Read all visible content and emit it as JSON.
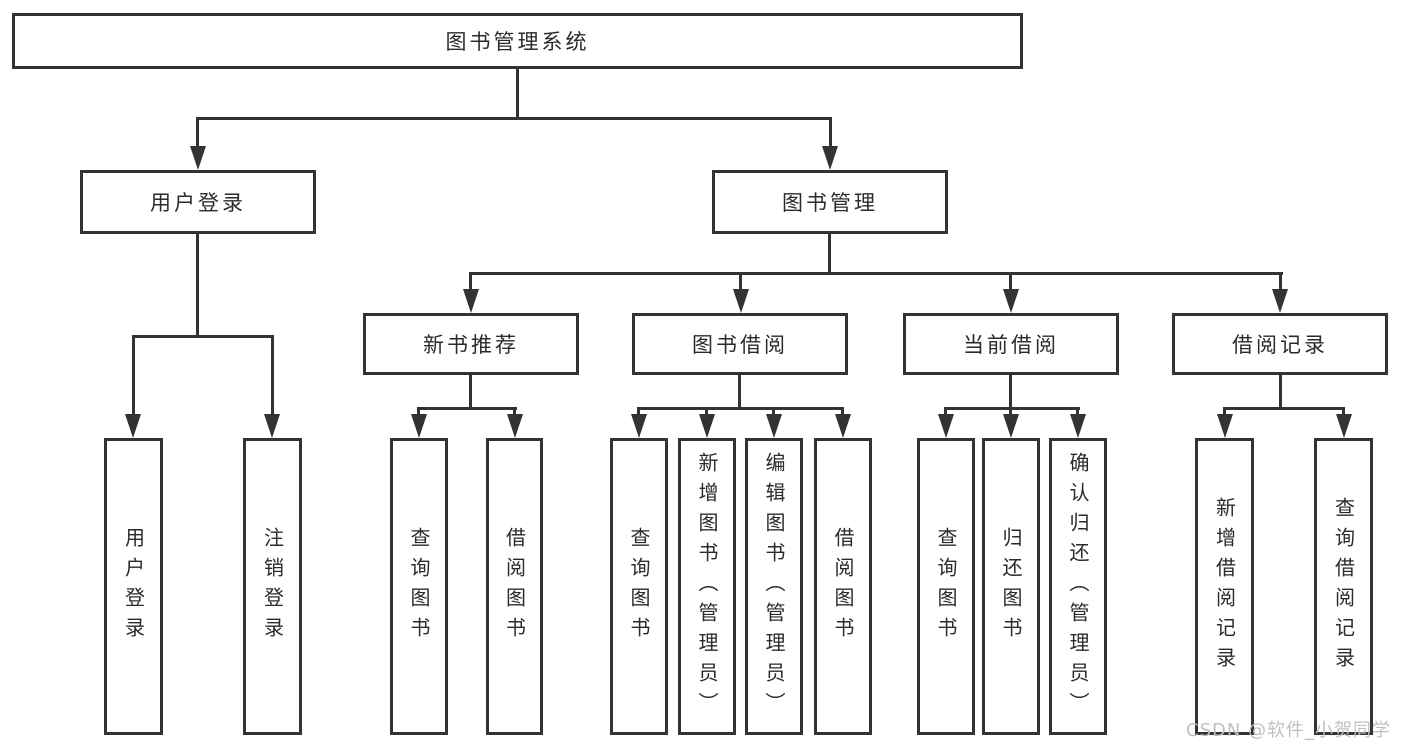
{
  "tree": {
    "root": {
      "label": "图书管理系统"
    },
    "branches": [
      {
        "label": "用户登录",
        "leaves": [
          {
            "label": "用户登录"
          },
          {
            "label": "注销登录"
          }
        ]
      },
      {
        "label": "图书管理",
        "sections": [
          {
            "label": "新书推荐",
            "leaves": [
              {
                "label": "查询图书"
              },
              {
                "label": "借阅图书"
              }
            ]
          },
          {
            "label": "图书借阅",
            "leaves": [
              {
                "label": "查询图书"
              },
              {
                "label": "新增图书（管理员）"
              },
              {
                "label": "编辑图书（管理员）"
              },
              {
                "label": "借阅图书"
              }
            ]
          },
          {
            "label": "当前借阅",
            "leaves": [
              {
                "label": "查询图书"
              },
              {
                "label": "归还图书"
              },
              {
                "label": "确认归还（管理员）"
              }
            ]
          },
          {
            "label": "借阅记录",
            "leaves": [
              {
                "label": "新增借阅记录"
              },
              {
                "label": "查询借阅记录"
              }
            ]
          }
        ]
      }
    ]
  },
  "watermark": {
    "text": "CSDN @软件_小贺同学"
  },
  "colors": {
    "line": "#333333",
    "text": "#2b2b2b",
    "background": "#ffffff",
    "watermark": "#c0c0c0"
  }
}
